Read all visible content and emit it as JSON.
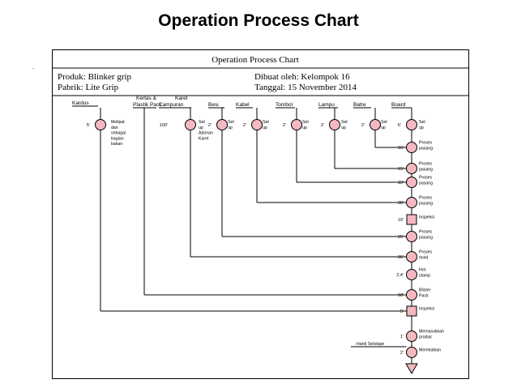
{
  "slide": {
    "title": "Operation Process Chart"
  },
  "header": {
    "chart_title": "Operation Process Chart",
    "product": "Produk: Blinker grip",
    "factory": "Pabrik: Lite Grip",
    "made_by": "Dibuat oleh: Kelompok 16",
    "date": "Tanggal: 15 November 2014"
  },
  "materials": [
    "Kardus",
    "Kertas &",
    "Plastik Pack",
    "Karet",
    "Campuran",
    "Besi",
    "Kabel",
    "Tombol",
    "Lampu",
    "Batre",
    "Board"
  ],
  "side_ops": [
    {
      "time": "5'",
      "text": [
        "Melipat",
        "dan",
        "sebagai",
        "bagian",
        "bakan"
      ]
    },
    {
      "time": "100'",
      "text": [
        "Set",
        "up",
        "Adonan",
        "Karet"
      ]
    },
    {
      "time": "2'",
      "text": [
        "Set",
        "up"
      ]
    },
    {
      "time": "2'",
      "text": [
        "Set",
        "up"
      ]
    },
    {
      "time": "2'",
      "text": [
        "Set",
        "up"
      ]
    },
    {
      "time": "2'",
      "text": [
        "Set",
        "up"
      ]
    },
    {
      "time": "2'",
      "text": [
        "Set",
        "up"
      ]
    },
    {
      "time": "6'",
      "text": [
        "Set",
        "up"
      ]
    }
  ],
  "main_steps": [
    {
      "time": "16'",
      "text": [
        "Proses",
        "pasang"
      ],
      "shape": "circle"
    },
    {
      "time": "15'",
      "text": [
        "Proses",
        "pasang"
      ],
      "shape": "circle"
    },
    {
      "time": "19'",
      "text": [
        "Proses",
        "pasang"
      ],
      "shape": "circle"
    },
    {
      "time": "30'",
      "text": [
        "Proses",
        "pasang"
      ],
      "shape": "circle"
    },
    {
      "time": "10'",
      "text": [
        "Inspeksi"
      ],
      "shape": "square"
    },
    {
      "time": "25'",
      "text": [
        "Proses",
        "pasang"
      ],
      "shape": "circle"
    },
    {
      "time": "36'",
      "text": [
        "Proses",
        "mold"
      ],
      "shape": "circle"
    },
    {
      "time": "2,4'",
      "text": [
        "Hot",
        "stamp"
      ],
      "shape": "circle"
    },
    {
      "time": "18'",
      "text": [
        "Blister",
        "Pack"
      ],
      "shape": "circle"
    },
    {
      "time": "5'",
      "text": [
        "Inspeksi"
      ],
      "shape": "square"
    },
    {
      "time": "1'",
      "text": [
        "Memasukkan",
        "produk"
      ],
      "shape": "circle"
    },
    {
      "time": "2'",
      "text": [
        "Merekatkan"
      ],
      "shape": "circle"
    }
  ],
  "extra_input": "Hand Selotape",
  "colors": {
    "node_fill": "#f4b8c0",
    "line": "#000000"
  }
}
